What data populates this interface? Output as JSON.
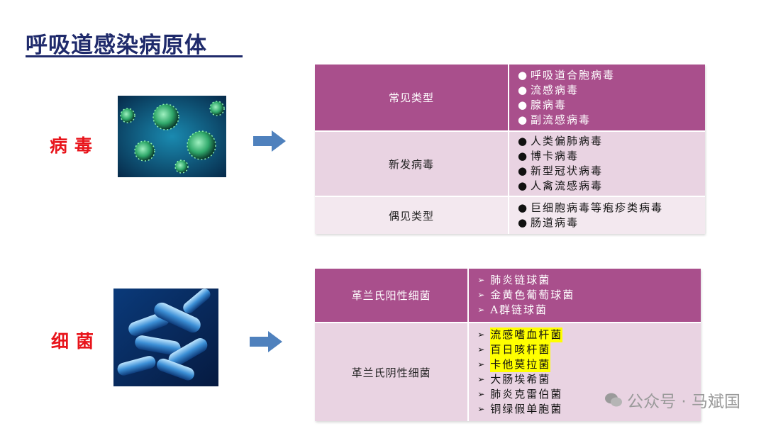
{
  "slide": {
    "title": "呼吸道感染病原体",
    "section_virus_label": "病毒",
    "section_bacteria_label": "细菌"
  },
  "virus_table": {
    "rows": [
      {
        "category": "常见类型",
        "bullet_style": "circle-white",
        "items": [
          "呼吸道合胞病毒",
          "流感病毒",
          "腺病毒",
          "副流感病毒"
        ]
      },
      {
        "category": "新发病毒",
        "bullet_style": "dot-black",
        "items": [
          "人类偏肺病毒",
          "博卡病毒",
          "新型冠状病毒",
          "人禽流感病毒"
        ]
      },
      {
        "category": "偶见类型",
        "bullet_style": "dot-black",
        "items": [
          "巨细胞病毒等疱疹类病毒",
          "肠道病毒"
        ]
      }
    ]
  },
  "bacteria_table": {
    "rows": [
      {
        "category": "革兰氏阳性细菌",
        "bullet_style": "arrowhead",
        "items": [
          "肺炎链球菌",
          "金黄色葡萄球菌",
          "A群链球菌"
        ]
      },
      {
        "category": "革兰氏阴性细菌",
        "bullet_style": "arrowhead",
        "items": [
          "流感嗜血杆菌",
          "百日咳杆菌",
          "卡他莫拉菌",
          "大肠埃希菌",
          "肺炎克雷伯菌",
          "铜绿假单胞菌"
        ],
        "highlighted_count": 3
      }
    ]
  },
  "watermark": {
    "text": "公众号 · 马斌国"
  },
  "colors": {
    "title": "#1f2a6b",
    "label_red": "#e8141b",
    "magenta_dark": "#a94f8c",
    "magenta_light": "#e9d3e2",
    "magenta_lighter": "#f3e8ef",
    "arrow_blue": "#4f81bd",
    "highlight": "#ffff00"
  }
}
